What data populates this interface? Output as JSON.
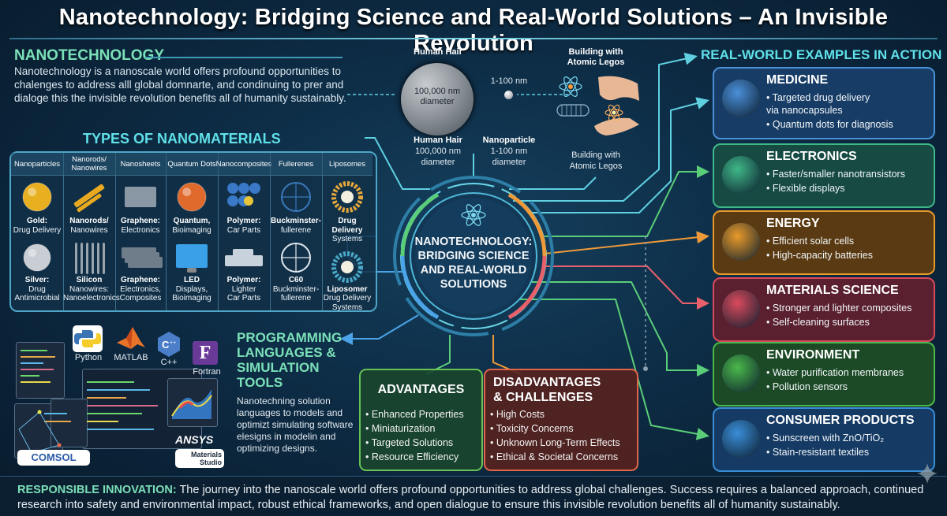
{
  "title": "Nanotechnology: Bridging Science and Real-World Solutions – An Invisible Revolution",
  "intro": {
    "heading": "NANOTECHNOLOGY",
    "text": "Nanotechnology is a nanoscale world offers profound opportunities to chalenges to address alll global domnarte, and condinuing to prer and dialoge this the invisible revolution benefits all of humanity sustainably."
  },
  "scale": {
    "hair_label_top": "Human Hair",
    "hair_inner": "100,000 nm diameter",
    "hair_label_bottom": "Human Hair",
    "hair_bottom_size": "100,000 nm",
    "hair_bottom_unit": "diameter",
    "nano_range": "1-100 nm",
    "nano_label": "Nanoparticle",
    "nano_size": "1-100 nm",
    "nano_unit": "diameter",
    "lego_top_1": "Building with",
    "lego_top_2": "Atomic Legos",
    "lego_bottom_1": "Building with",
    "lego_bottom_2": "Atomic Legos"
  },
  "types": {
    "heading": "TYPES OF NANOMATERIALS",
    "columns": [
      {
        "header": "Nanoparticles",
        "cap1": "Gold:",
        "cap1b": "Drug Delivery",
        "cap2": "Silver:",
        "cap2b": "Drug",
        "cap2c": "Antimicrobial",
        "c1": "#e8b020",
        "c2": "#c9ced4"
      },
      {
        "header": "Nanorods/ Nanowires",
        "cap1": "Nanorods/",
        "cap1b": "Nanowires",
        "cap2": "Silicon",
        "cap2b": "Nanowires:",
        "cap2c": "Nanoelectronics",
        "c1": "#e8a820",
        "c2": "#9aa4ad"
      },
      {
        "header": "Nanosheets",
        "cap1": "Graphene:",
        "cap1b": "Electronics",
        "cap2": "Graphene:",
        "cap2b": "Electronics,",
        "cap2c": "Composites",
        "c1": "#8a98a6",
        "c2": "#6f7d8a"
      },
      {
        "header": "Quantum Dots",
        "cap1": "Quantum,",
        "cap1b": "Bioimaging",
        "cap2": "LED",
        "cap2b": "Displays,",
        "cap2c": "Bioimaging",
        "c1": "#e06a2c",
        "c2": "#3aa0e8"
      },
      {
        "header": "Nanocomposites",
        "cap1": "Polymer:",
        "cap1b": "Car Parts",
        "cap2": "Polymer:",
        "cap2b": "Lighter",
        "cap2c": "Car Parts",
        "c1": "#3a78c8",
        "c2": "#c8d2dc"
      },
      {
        "header": "Fullerenes",
        "cap1": "Buckminster-",
        "cap1b": "fullerene",
        "cap2": "C60",
        "cap2b": "Buckminster-",
        "cap2c": "fullerene",
        "c1": "#3a78b8",
        "c2": "#dfe6ec"
      },
      {
        "header": "Liposomes",
        "cap1": "Drug Delivery",
        "cap1b": "Systems",
        "cap2": "Liposomer",
        "cap2b": "Drug Delivery",
        "cap2c": "Systems",
        "c1": "#e8a83a",
        "c2": "#4aa8c8"
      }
    ]
  },
  "hub": {
    "line1": "NANOTECHNOLOGY:",
    "line2": "BRIDGING SCIENCE",
    "line3": "AND REAL-WORLD",
    "line4": "SOLUTIONS"
  },
  "programming": {
    "heading1": "PROGRAMMING",
    "heading2": "LANGUAGES &",
    "heading3": "SIMULATION",
    "heading4": "TOOLS",
    "text": "Nanotechning solution languages to models and optimizt simulating software elesigns in modelin and optimizing designs.",
    "tools": [
      "Python",
      "MATLAB",
      "C++",
      "Fortran"
    ],
    "logos": [
      "COMSOL",
      "ANSYS",
      "Materials Studio"
    ]
  },
  "advantages": {
    "heading": "ADVANTAGES",
    "items": [
      "• Enhanced Properties",
      "• Miniaturization",
      "• Targeted Solutions",
      "• Resource Efficiency"
    ]
  },
  "disadvantages": {
    "heading1": "DISADVANTAGES",
    "heading2": "& CHALLENGES",
    "items": [
      "• High Costs",
      "• Toxicity Concerns",
      "• Unknown Long-Term Effects",
      "• Ethical & Societal Concerns"
    ]
  },
  "examples": {
    "heading": "REAL-WORLD EXAMPLES IN ACTION",
    "panels": [
      {
        "title": "MEDICINE",
        "l1": "• Targeted drug delivery",
        "l2": "   via nanocapsules",
        "l3": "• Quantum dots for diagnosis",
        "border": "#4a8fd8",
        "bg": "#173d66"
      },
      {
        "title": "ELECTRONICS",
        "l1": "• Faster/smaller nanotransistors",
        "l2": "• Flexible displays",
        "l3": "",
        "border": "#3fb888",
        "bg": "#164a42"
      },
      {
        "title": "ENERGY",
        "l1": "• Efficient solar cells",
        "l2": "• High-capacity batteries",
        "l3": "",
        "border": "#e89a2a",
        "bg": "#5a3a12"
      },
      {
        "title": "MATERIALS SCIENCE",
        "l1": "• Stronger and lighter composites",
        "l2": "• Self-cleaning surfaces",
        "l3": "",
        "border": "#d84a5c",
        "bg": "#5a2030"
      },
      {
        "title": "ENVIRONMENT",
        "l1": "• Water purification membranes",
        "l2": "• Pollution sensors",
        "l3": "",
        "border": "#4ab84a",
        "bg": "#1c4a26"
      },
      {
        "title": "CONSUMER PRODUCTS",
        "l1": "• Sunscreen with ZnO/TiO₂",
        "l2": "• Stain-resistant textiles",
        "l3": "",
        "border": "#3a8ed8",
        "bg": "#153a64"
      }
    ]
  },
  "footer": {
    "lead": "RESPONSIBLE INNOVATION:",
    "text": " The journey into the nanoscale world offers profound opportunities to address global challenges. Success requires a balanced approach, continued research into safety and environmental impact, robust ethical frameworks, and open dialogue to ensure this invisible revolution benefits all of humanity sustainably."
  },
  "icons": [
    "atom-icon",
    "hand-icon",
    "python-icon",
    "matlab-icon",
    "cpp-icon",
    "fortran-icon",
    "chip-icon",
    "tablet-icon",
    "sun-icon",
    "battery-icon",
    "layers-icon",
    "water-drop-icon",
    "sensor-icon",
    "sunscreen-icon",
    "tshirt-icon",
    "virus-icon",
    "sparkle-icon"
  ]
}
